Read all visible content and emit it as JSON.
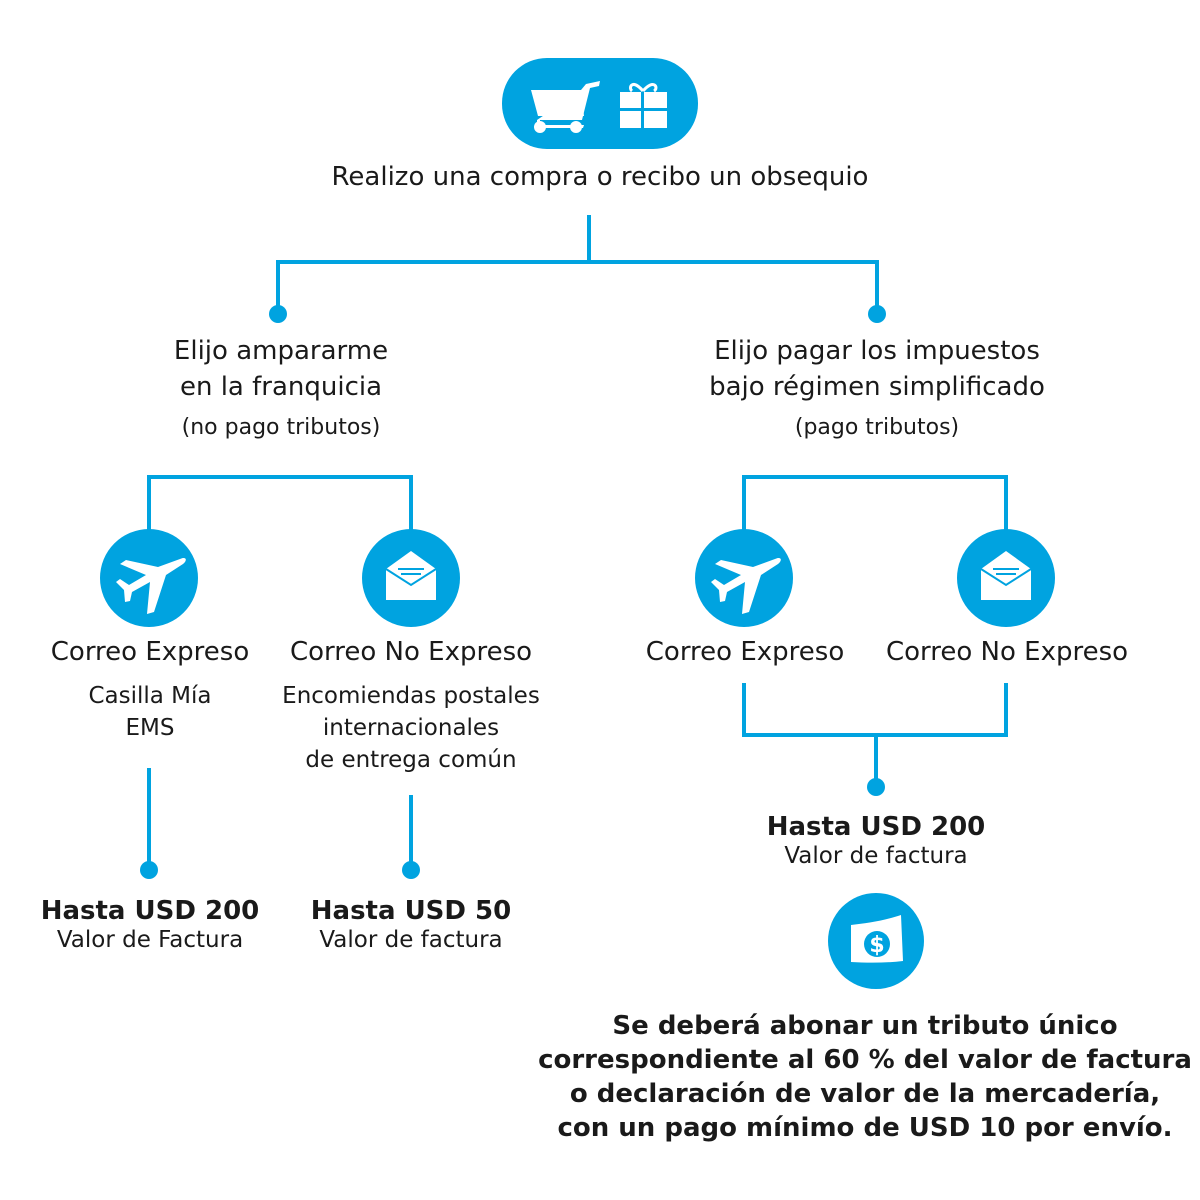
{
  "colors": {
    "accent": "#00a3e0",
    "text": "#1a1a1a"
  },
  "top": {
    "icons": [
      "shopping-cart-icon",
      "gift-icon"
    ],
    "title": "Realizo una compra o recibo un obsequio"
  },
  "left": {
    "heading_1": "Elijo ampararme",
    "heading_2": "en la franquicia",
    "note": "(no pago tributos)",
    "express": {
      "label": "Correo Expreso",
      "desc_1": "Casilla Mía",
      "desc_2": "EMS",
      "limit": "Hasta USD 200",
      "limit_note": "Valor de Factura",
      "icon": "airplane-icon"
    },
    "non_express": {
      "label": "Correo No Expreso",
      "desc_1": "Encomiendas postales",
      "desc_2": "internacionales",
      "desc_3": "de entrega común",
      "limit": "Hasta USD 50",
      "limit_note": "Valor de factura",
      "icon": "envelope-icon"
    }
  },
  "right": {
    "heading_1": "Elijo pagar los impuestos",
    "heading_2": "bajo régimen simplificado",
    "note": "(pago tributos)",
    "express": {
      "label": "Correo Expreso",
      "icon": "airplane-icon"
    },
    "non_express": {
      "label": "Correo No Expreso",
      "icon": "envelope-icon"
    },
    "limit": "Hasta USD 200",
    "limit_note": "Valor de factura",
    "money_icon": "dollar-bill-icon",
    "footer": [
      "Se deberá abonar un tributo único",
      "correspondiente al 60 % del valor de factura",
      "o declaración de valor de la mercadería,",
      "con un pago mínimo de USD 10 por envío."
    ]
  }
}
